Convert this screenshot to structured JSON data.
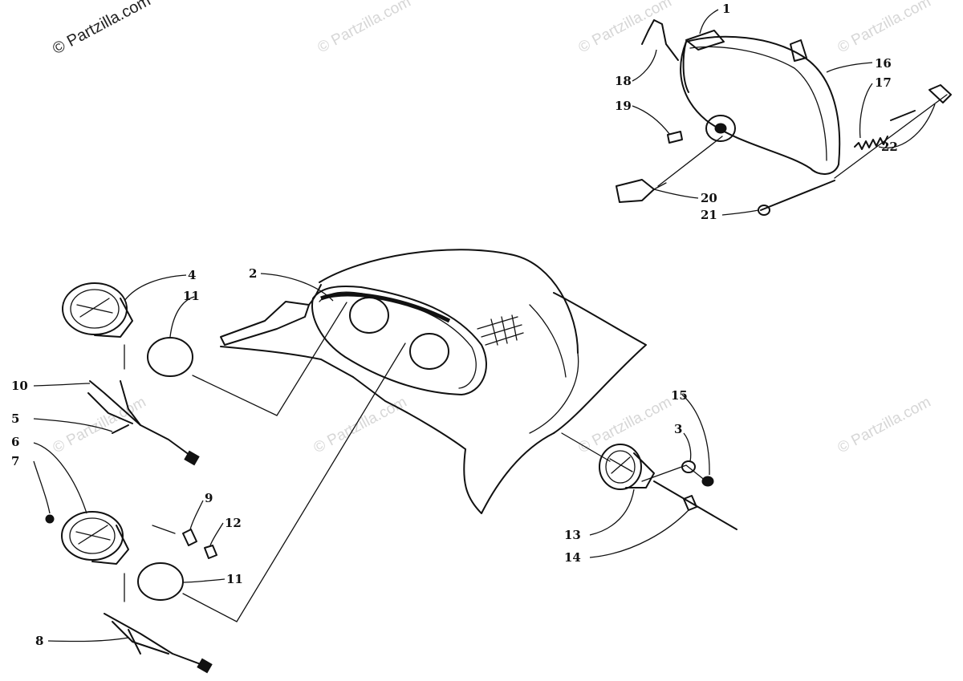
{
  "watermark": {
    "primary": "© Partzilla.com",
    "faint": "© Partzilla.com"
  },
  "callouts": {
    "c1": "1",
    "c2": "2",
    "c3": "3",
    "c4": "4",
    "c5": "5",
    "c6": "6",
    "c7": "7",
    "c8": "8",
    "c9": "9",
    "c10": "10",
    "c11a": "11",
    "c11b": "11",
    "c12": "12",
    "c13": "13",
    "c14": "14",
    "c15": "15",
    "c16": "16",
    "c17": "17",
    "c18": "18",
    "c19": "19",
    "c20": "20",
    "c21": "21",
    "c22": "22"
  }
}
